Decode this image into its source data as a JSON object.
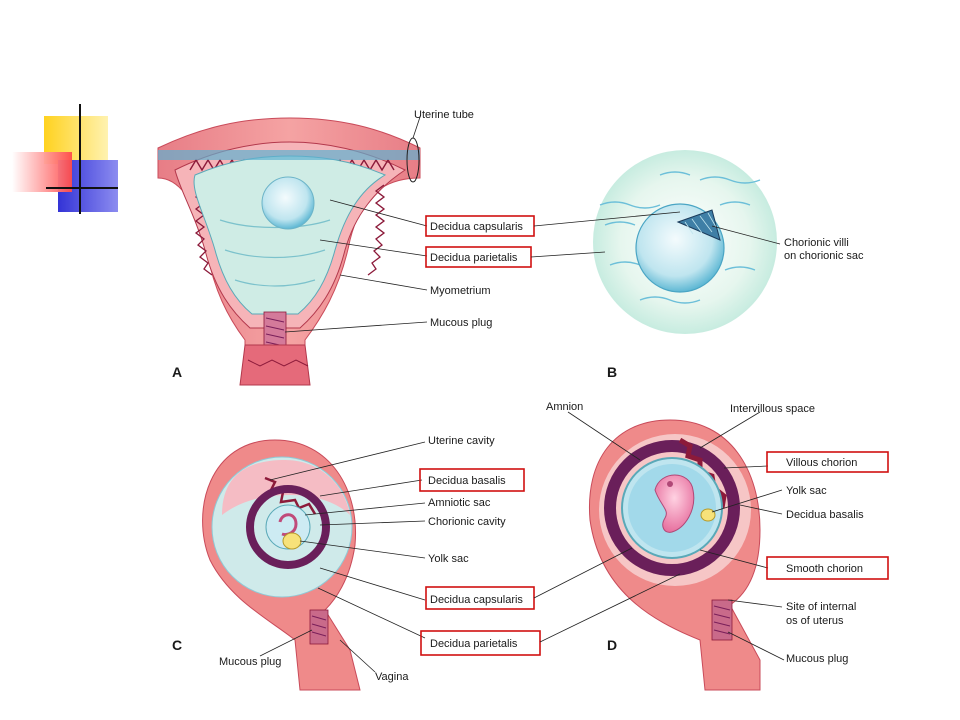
{
  "panels": {
    "a": "A",
    "b": "B",
    "c": "C",
    "d": "D"
  },
  "labels_a": {
    "uterine_tube": "Uterine tube",
    "decidua_capsularis": "Decidua capsularis",
    "decidua_parietalis": "Decidua parietalis",
    "myometrium": "Myometrium",
    "mucous_plug": "Mucous plug"
  },
  "labels_b": {
    "chorionic_villi_1": "Chorionic villi",
    "chorionic_villi_2": "on chorionic sac"
  },
  "labels_cd": {
    "uterine_cavity": "Uterine cavity",
    "decidua_basalis_c": "Decidua basalis",
    "amniotic_sac": "Amniotic sac",
    "chorionic_cavity": "Chorionic cavity",
    "yolk_sac_c": "Yolk sac",
    "decidua_capsularis": "Decidua capsularis",
    "decidua_parietalis": "Decidua parietalis",
    "mucous_plug_c": "Mucous plug",
    "vagina": "Vagina",
    "amnion": "Amnion",
    "intervillous_space": "Intervillous space",
    "villous_chorion": "Villous chorion",
    "yolk_sac_d": "Yolk sac",
    "decidua_basalis_d": "Decidua basalis",
    "smooth_chorion": "Smooth chorion",
    "internal_os_1": "Site of internal",
    "internal_os_2": "os of uterus",
    "mucous_plug_d": "Mucous plug"
  },
  "colors": {
    "wall": "#ef8a8a",
    "wall_dark": "#c94b5a",
    "cavity": "#cdebe6",
    "decidua": "#f6c6c6",
    "chorion": "#7a1f5a",
    "amnion": "#8fd0e6",
    "highlight_box": "#d01010"
  }
}
